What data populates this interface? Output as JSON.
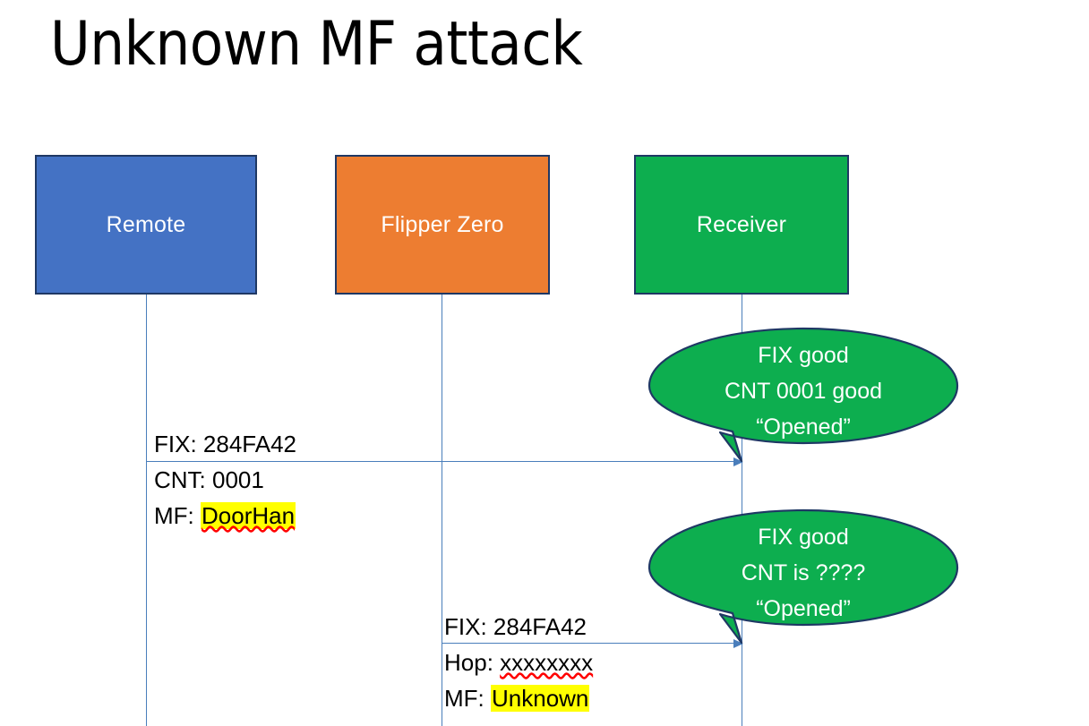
{
  "slide": {
    "title": "Unknown MF attack",
    "background": "#FFFFFF"
  },
  "colors": {
    "remote_fill": "#4472C4",
    "flipper_fill": "#ED7D31",
    "receiver_fill": "#0DAE4F",
    "box_border": "#1F3864",
    "line_blue": "#4A7EBB",
    "highlight": "#FFFF00",
    "spellcheck_underline": "#FF0000",
    "text_dark": "#000000",
    "text_light": "#FFFFFF"
  },
  "actors": [
    {
      "id": "remote",
      "label": "Remote"
    },
    {
      "id": "flipper",
      "label": "Flipper Zero"
    },
    {
      "id": "receiver",
      "label": "Receiver"
    }
  ],
  "messages": [
    {
      "id": "msg1",
      "from": "remote",
      "to": "receiver",
      "lines": [
        {
          "prefix": "FIX: ",
          "value": "284FA42",
          "highlighted": false,
          "spellchecked": false
        },
        {
          "prefix": "CNT: ",
          "value": "0001",
          "highlighted": false,
          "spellchecked": false
        },
        {
          "prefix": "MF: ",
          "value": "DoorHan",
          "highlighted": true,
          "spellchecked": true
        }
      ]
    },
    {
      "id": "msg2",
      "from": "flipper",
      "to": "receiver",
      "lines": [
        {
          "prefix": "FIX: ",
          "value": "284FA42",
          "highlighted": false,
          "spellchecked": false
        },
        {
          "prefix": "Hop: ",
          "value": "xxxxxxxx",
          "highlighted": false,
          "spellchecked": true
        },
        {
          "prefix": "MF: ",
          "value": "Unknown",
          "highlighted": true,
          "spellchecked": false
        }
      ]
    }
  ],
  "callouts": [
    {
      "id": "callout1",
      "owner": "receiver",
      "lines": [
        "FIX good",
        "CNT 0001 good",
        "“Opened”"
      ]
    },
    {
      "id": "callout2",
      "owner": "receiver",
      "lines": [
        "FIX good",
        "CNT is ????",
        "“Opened”"
      ]
    }
  ]
}
